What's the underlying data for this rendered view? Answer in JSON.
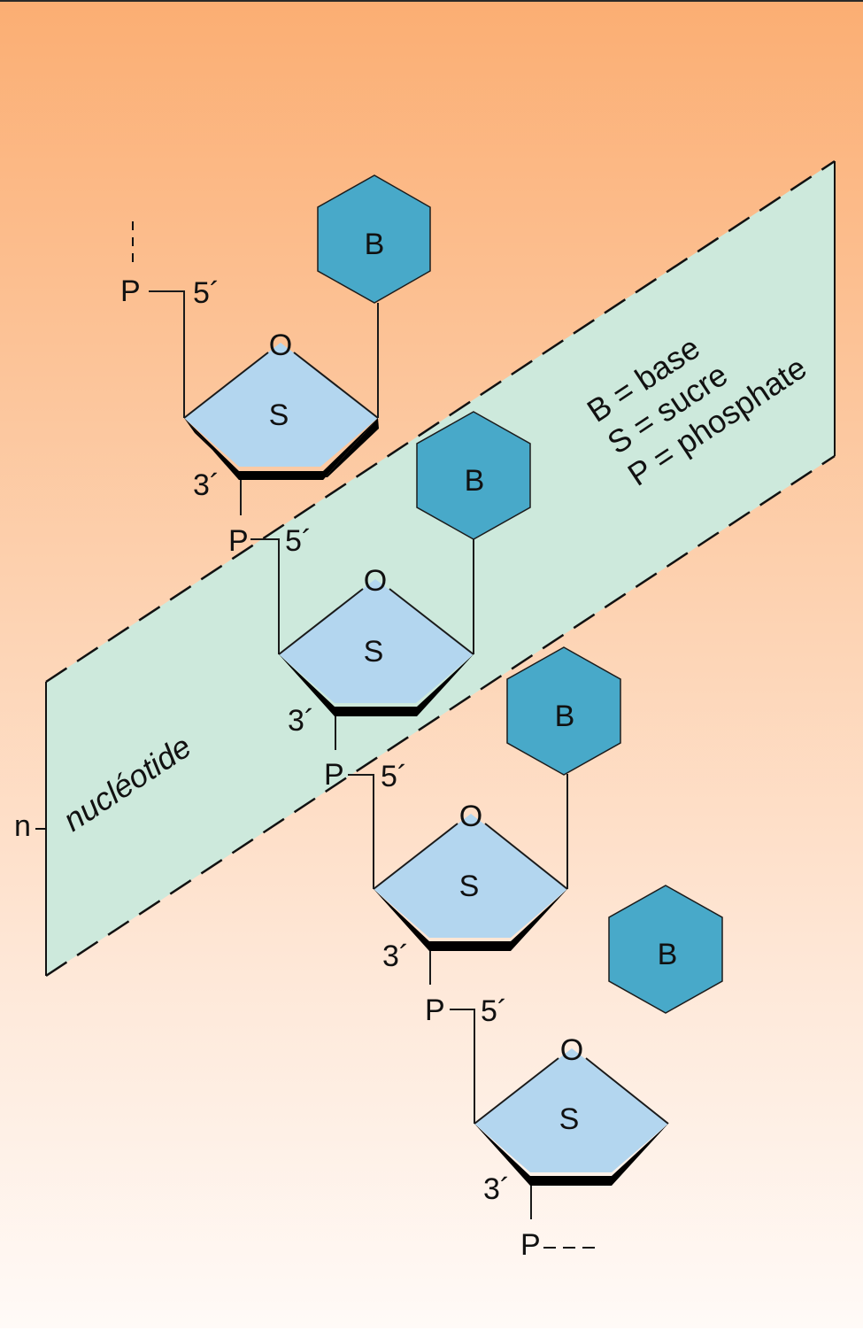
{
  "diagram": {
    "nucleotides": [
      {
        "base": "B",
        "sugar": "S",
        "oxygen": "O",
        "prime5": "5´",
        "prime3": "3´",
        "phosphate": "P"
      },
      {
        "base": "B",
        "sugar": "S",
        "oxygen": "O",
        "prime5": "5´",
        "prime3": "3´",
        "phosphate": "P"
      },
      {
        "base": "B",
        "sugar": "S",
        "oxygen": "O",
        "prime5": "5´",
        "prime3": "3´",
        "phosphate": "P"
      },
      {
        "base": "B",
        "sugar": "S",
        "oxygen": "O",
        "prime5": "5´",
        "prime3": "3´",
        "phosphate": "P"
      }
    ],
    "end_phosphate": "P",
    "band_label": "nucléotide",
    "band_count": "n",
    "legend": [
      "B = base",
      "S = sucre",
      "P = phosphate"
    ],
    "colors": {
      "base": "#48a9c9",
      "sugar": "#b3d6ef",
      "band": "#cde9dc",
      "background_top": "#fbae73",
      "background_bottom": "#fffaf7"
    }
  }
}
